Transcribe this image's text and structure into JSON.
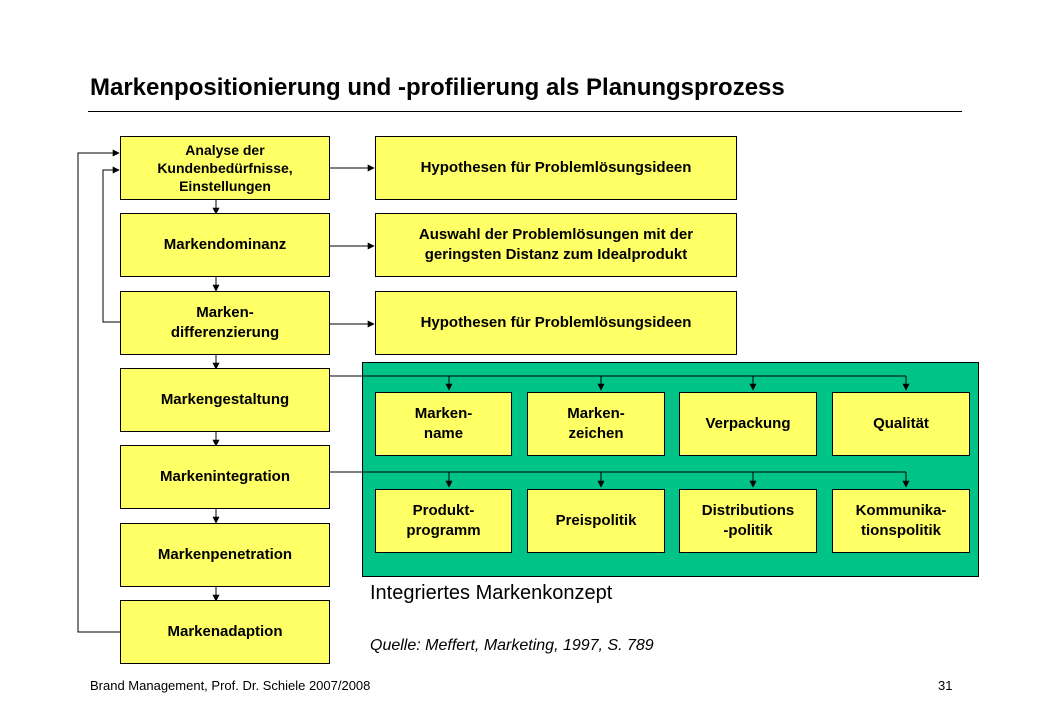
{
  "title": "Markenpositionierung und -profilierung als Planungsprozess",
  "process_steps": [
    "Analyse der\nKundenbedürfnisse,\nEinstellungen",
    "Markendominanz",
    "Marken-\ndifferenzierung",
    "Markengestaltung",
    "Markenintegration",
    "Markenpenetration",
    "Markenadaption"
  ],
  "hypotheses": [
    "Hypothesen für Problemlösungsideen",
    "Auswahl der Problemlösungen mit der\ngeringsten Distanz zum Idealprodukt",
    "Hypothesen für Problemlösungsideen"
  ],
  "design_elements": [
    "Marken-\nname",
    "Marken-\nzeichen",
    "Verpackung",
    "Qualität"
  ],
  "integration_elements": [
    "Produkt-\nprogramm",
    "Preispolitik",
    "Distributions\n-politik",
    "Kommunika-\ntionspolitik"
  ],
  "caption": "Integriertes Markenkonzept",
  "source": "Quelle: Meffert, Marketing, 1997, S. 789",
  "footer": {
    "left": "Brand Management,  Prof. Dr. Schiele 2007/2008",
    "page_number": "31"
  },
  "colors": {
    "box_fill": "#ffff66",
    "panel_fill": "#00c389",
    "line": "#000000"
  }
}
